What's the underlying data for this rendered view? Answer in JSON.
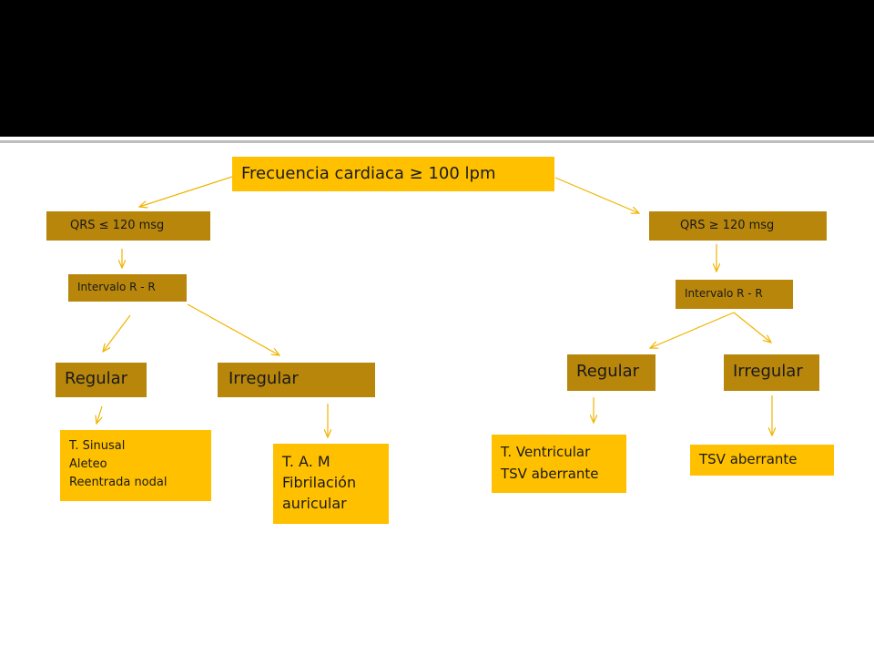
{
  "colors": {
    "header": "#000000",
    "gold": "#ffc000",
    "dark_gold": "#b8860b",
    "arrow": "#f0b400",
    "text": "#1a1a1a"
  },
  "root": {
    "label": "Frecuencia cardiaca ≥ 100 lpm"
  },
  "left": {
    "qrs": "QRS  ≤ 120 msg",
    "interval": "Intervalo  R - R",
    "regular": "Regular",
    "irregular": "Irregular",
    "regular_items": [
      "T. Sinusal",
      "Aleteo",
      "Reentrada nodal"
    ],
    "irregular_items": [
      "T. A. M",
      "Fibrilación",
      "auricular"
    ]
  },
  "right": {
    "qrs": "QRS ≥ 120 msg",
    "interval": "Intervalo R - R",
    "regular": "Regular",
    "irregular": "Irregular",
    "regular_items": [
      "T. Ventricular",
      "TSV aberrante"
    ],
    "irregular_items": [
      "TSV aberrante"
    ]
  }
}
